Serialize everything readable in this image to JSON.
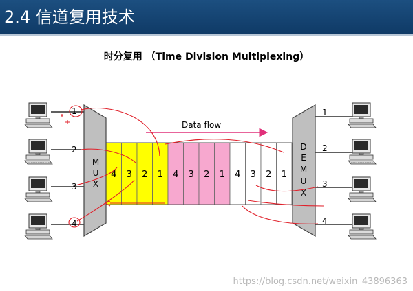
{
  "header": {
    "title": "2.4 信道复用技术"
  },
  "subtitle": "时分复用 （Time Division Multiplexing）",
  "diagram": {
    "mux_letters": [
      "M",
      "U",
      "X"
    ],
    "demux_letters": [
      "D",
      "E",
      "M",
      "U",
      "X"
    ],
    "flow_label": "Data flow",
    "input_labels": [
      "1",
      "2",
      "3",
      "4"
    ],
    "output_labels": [
      "1",
      "2",
      "3",
      "4"
    ],
    "frames": [
      {
        "color": "#ffff00",
        "slots": [
          "4",
          "3",
          "2",
          "1"
        ]
      },
      {
        "color": "#f7a8cf",
        "slots": [
          "4",
          "3",
          "2",
          "1"
        ]
      },
      {
        "color": "#ffffff",
        "slots": [
          "4",
          "3",
          "2",
          "1"
        ]
      }
    ]
  },
  "watermark": "https://blog.csdn.net/weixin_43896363",
  "colors": {
    "header_bg": "#1c4f80",
    "arrow": "#e0307a",
    "annotation": "#e0202a",
    "frame1": "#ffff00",
    "frame2": "#f7a8cf"
  }
}
